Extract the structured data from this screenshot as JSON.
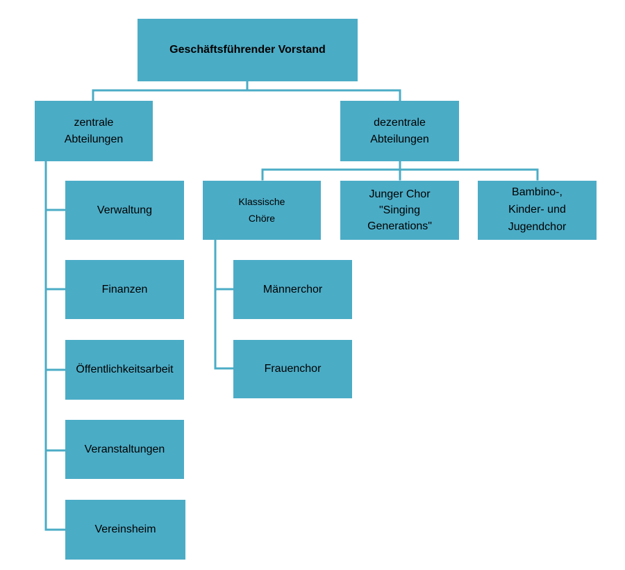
{
  "colors": {
    "box_fill": "#4bacc6",
    "connector": "#4bacc6",
    "text": "#000000"
  },
  "top": {
    "title": "Geschäftsführender Vorstand"
  },
  "central": {
    "title": "zentrale\nAbteilungen",
    "items": [
      "Verwaltung",
      "Finanzen",
      "Öffentlichkeitsarbeit",
      "Veranstaltungen",
      "Vereinsheim"
    ]
  },
  "decentral": {
    "title": "dezentrale\nAbteilungen",
    "classic": {
      "title": "Klassische\nChöre",
      "items": [
        "Männerchor",
        "Frauenchor"
      ]
    },
    "young_choir": {
      "title": "Junger Chor\n\"Singing\nGenerations\""
    },
    "kids_choir": {
      "title": "Bambino-,\nKinder- und\nJugendchor"
    }
  }
}
